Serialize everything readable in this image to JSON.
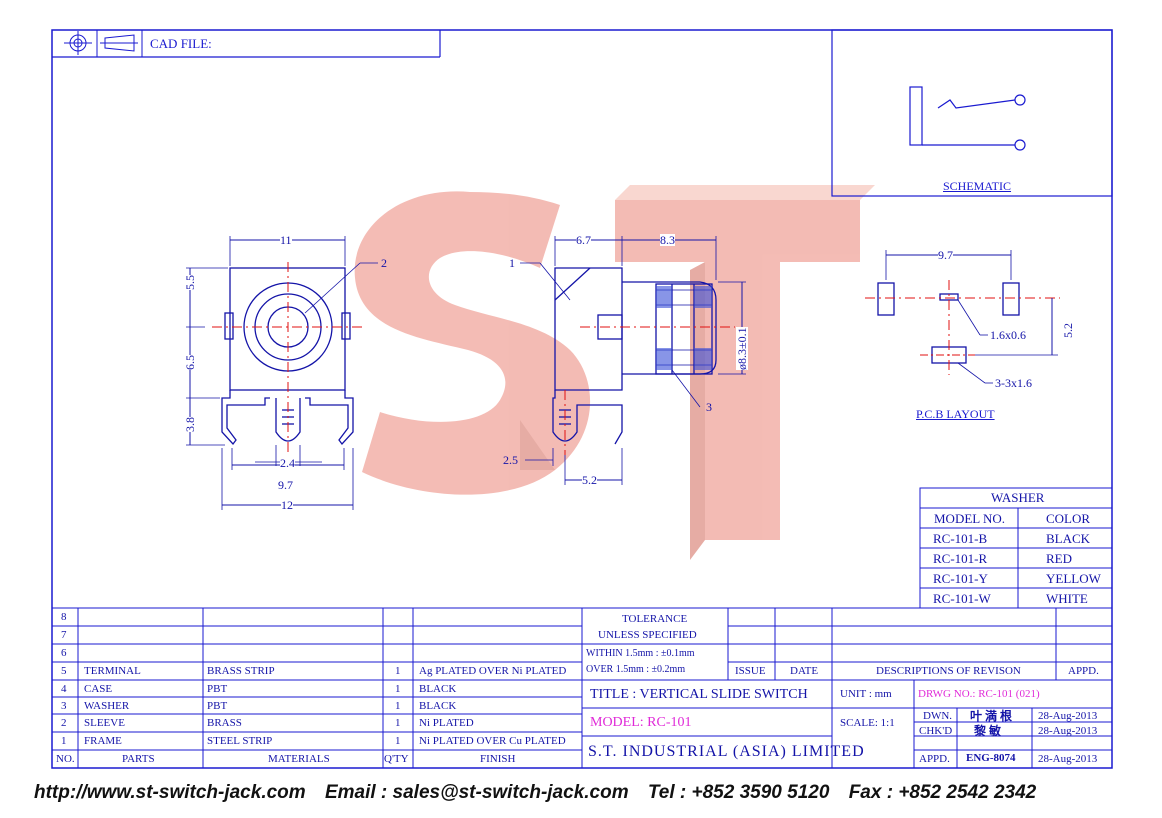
{
  "header": {
    "cad_file": "CAD FILE:"
  },
  "watermark": "ST",
  "schematic": {
    "label": "SCHEMATIC"
  },
  "pcb": {
    "label": "P.C.B LAYOUT",
    "d_width": "9.7",
    "d_pad": "1.6x0.6",
    "d_hole": "3-3x1.6",
    "d_height": "5.2"
  },
  "front_view": {
    "w11": "11",
    "h55": "5.5",
    "h65": "6.5",
    "h38": "3.8",
    "w24": "2.4",
    "w97": "9.7",
    "w12": "12",
    "callout2": "2"
  },
  "side_view": {
    "w67": "6.7",
    "w83": "8.3",
    "dia": "ø8.3±0.1",
    "w25": "2.5",
    "w52": "5.2",
    "callout1": "1",
    "callout3": "3"
  },
  "washer": {
    "title": "WASHER",
    "col_model": "MODEL NO.",
    "col_color": "COLOR",
    "rows": [
      {
        "model": "RC-101-B",
        "color": "BLACK"
      },
      {
        "model": "RC-101-R",
        "color": "RED"
      },
      {
        "model": "RC-101-Y",
        "color": "YELLOW"
      },
      {
        "model": "RC-101-W",
        "color": "WHITE"
      }
    ]
  },
  "bom": {
    "rows": [
      {
        "no": "8",
        "part": "",
        "material": "",
        "qty": "",
        "finish": ""
      },
      {
        "no": "7",
        "part": "",
        "material": "",
        "qty": "",
        "finish": ""
      },
      {
        "no": "6",
        "part": "",
        "material": "",
        "qty": "",
        "finish": ""
      },
      {
        "no": "5",
        "part": "TERMINAL",
        "material": "BRASS STRIP",
        "qty": "1",
        "finish": "Ag PLATED OVER Ni PLATED"
      },
      {
        "no": "4",
        "part": "CASE",
        "material": "PBT",
        "qty": "1",
        "finish": "BLACK"
      },
      {
        "no": "3",
        "part": "WASHER",
        "material": "PBT",
        "qty": "1",
        "finish": "BLACK"
      },
      {
        "no": "2",
        "part": "SLEEVE",
        "material": "BRASS",
        "qty": "1",
        "finish": "Ni PLATED"
      },
      {
        "no": "1",
        "part": "FRAME",
        "material": "STEEL STRIP",
        "qty": "1",
        "finish": "Ni PLATED OVER Cu PLATED"
      }
    ],
    "head": {
      "no": "NO.",
      "parts": "PARTS",
      "materials": "MATERIALS",
      "qty": "Q'TY",
      "finish": "FINISH"
    }
  },
  "tolerance": {
    "title": "TOLERANCE",
    "subtitle": "UNLESS   SPECIFIED",
    "within": "WITHIN  1.5mm : ±0.1mm",
    "over": "OVER    1.5mm : ±0.2mm"
  },
  "revision": {
    "issue": "ISSUE",
    "date": "DATE",
    "desc": "DESCRIPTIONS OF REVISON",
    "appd": "APPD."
  },
  "titleblock": {
    "title": "TITLE : VERTICAL SLIDE SWITCH",
    "model": "MODEL: RC-101",
    "company": "S.T.  INDUSTRIAL  (ASIA)  LIMITED",
    "unit": "UNIT :   mm",
    "scale": "SCALE:  1:1",
    "drwg": "DRWG NO.: RC-101 (021)",
    "dwn_label": "DWN.",
    "dwn_name": "叶 満 根",
    "dwn_date": "28-Aug-2013",
    "chkd_label": "CHK'D",
    "chkd_name": "黎 敏",
    "chkd_date": "28-Aug-2013",
    "appd_label": "APPD.",
    "appd_name": "ENG-8074",
    "appd_date": "28-Aug-2013"
  },
  "footer": {
    "web": "http://www.st-switch-jack.com",
    "email": "Email : sales@st-switch-jack.com",
    "tel": "Tel : +852 3590 5120",
    "fax": "Fax : +852 2542 2342"
  }
}
